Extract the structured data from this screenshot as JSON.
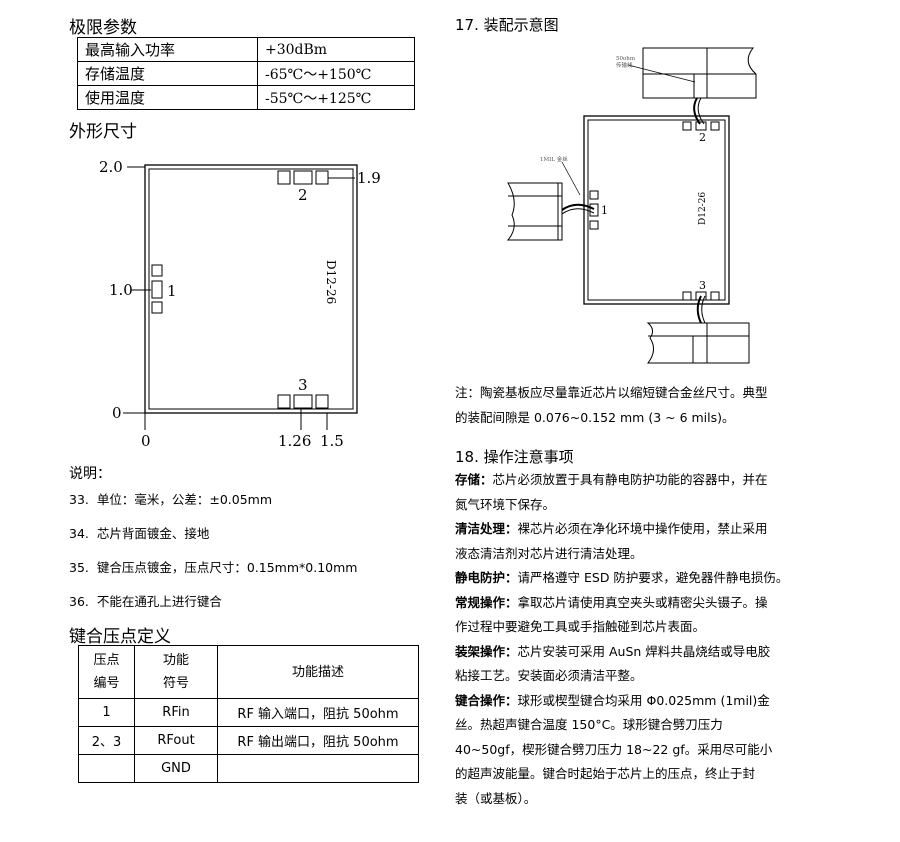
{
  "limits": {
    "title": "极限参数",
    "rows": [
      {
        "label": "最高输入功率",
        "value": "+30dBm"
      },
      {
        "label": "存储温度",
        "value": "-65℃～+150℃"
      },
      {
        "label": "使用温度",
        "value": "-55℃～+125℃"
      }
    ]
  },
  "outline": {
    "title": "外形尺寸",
    "chip_marking": "D12-26",
    "labels": {
      "y_top": "2.0",
      "y_mid": "1.0",
      "y_zero": "0",
      "x_zero": "0",
      "x_126": "1.26",
      "x_15": "1.5",
      "pad_top_dim": "1.9",
      "pad1": "1",
      "pad2": "2",
      "pad3": "3"
    }
  },
  "notes": {
    "title": "说明：",
    "items": [
      {
        "num": "33.",
        "text": "单位：毫米，公差：±0.05mm"
      },
      {
        "num": "34.",
        "text": "芯片背面镀金、接地"
      },
      {
        "num": "35.",
        "text": "键合压点镀金，压点尺寸：0.15mm*0.10mm"
      },
      {
        "num": "36.",
        "text": "不能在通孔上进行键合"
      }
    ]
  },
  "pads": {
    "title": "键合压点定义",
    "header": {
      "col1_a": "压点",
      "col1_b": "编号",
      "col2_a": "功能",
      "col2_b": "符号",
      "col3": "功能描述"
    },
    "rows": [
      {
        "num": "1",
        "sym": "RFin",
        "desc": "RF 输入端口，阻抗 50ohm"
      },
      {
        "num": "2、3",
        "sym": "RFout",
        "desc": "RF 输出端口，阻抗 50ohm"
      },
      {
        "num": "",
        "sym": "GND",
        "desc": ""
      }
    ]
  },
  "assembly": {
    "title": "17. 装配示意图",
    "label_line": "50ohm",
    "label_line2": "传输线",
    "label_wire": "1MIL 金丝",
    "chip_marking": "D12-26",
    "pad1": "1",
    "pad2": "2",
    "pad3": "3",
    "note_line1": "注：陶瓷基板应尽量靠近芯片以缩短键合金丝尺寸。典型",
    "note_line2": "的装配间隙是 0.076~0.152 mm (3 ~ 6 mils)。"
  },
  "handling": {
    "title": "18. 操作注意事项",
    "items": [
      {
        "label": "存储：",
        "lines": [
          "芯片必须放置于具有静电防护功能的容器中，并在",
          "氮气环境下保存。"
        ]
      },
      {
        "label": "清洁处理：",
        "lines": [
          "裸芯片必须在净化环境中操作使用，禁止采用",
          "液态清洁剂对芯片进行清洁处理。"
        ]
      },
      {
        "label": "静电防护：",
        "lines": [
          "请严格遵守 ESD 防护要求，避免器件静电损伤。"
        ]
      },
      {
        "label": "常规操作：",
        "lines": [
          "拿取芯片请使用真空夹头或精密尖头镊子。操",
          "作过程中要避免工具或手指触碰到芯片表面。"
        ]
      },
      {
        "label": "装架操作：",
        "lines": [
          "芯片安装可采用 AuSn 焊料共晶烧结或导电胶",
          "粘接工艺。安装面必须清洁平整。"
        ]
      },
      {
        "label": "键合操作：",
        "lines": [
          "球形或楔型键合均采用 Φ0.025mm (1mil)金",
          "丝。热超声键合温度 150°C。球形键合劈刀压力",
          "40~50gf，楔形键合劈刀压力 18~22 gf。采用尽可能小",
          "的超声波能量。键合时起始于芯片上的压点，终止于封",
          "装（或基板）。"
        ]
      }
    ]
  }
}
